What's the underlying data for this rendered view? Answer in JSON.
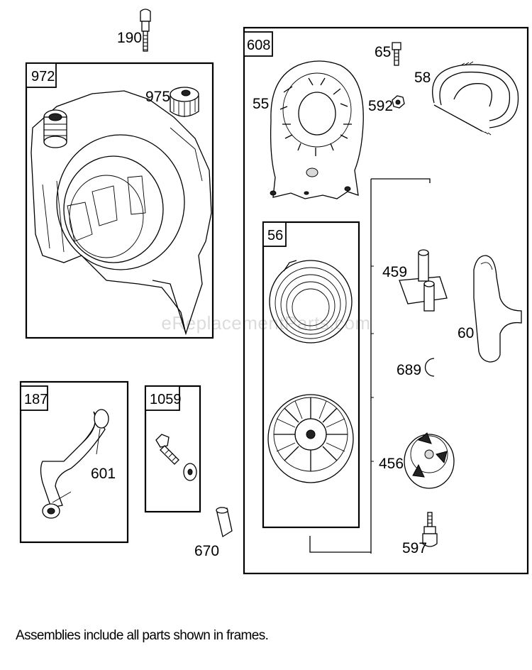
{
  "assemblies": {
    "a972": "972",
    "a608": "608",
    "a56": "56",
    "a187": "187",
    "a1059": "1059"
  },
  "parts": {
    "p190": "190",
    "p975": "975",
    "p65": "65",
    "p58": "58",
    "p55": "55",
    "p592": "592",
    "p459": "459",
    "p60": "60",
    "p689": "689",
    "p456": "456",
    "p597": "597",
    "p601": "601",
    "p670": "670"
  },
  "watermark": "eReplacementParts.com",
  "footnote": "Assemblies include all parts shown in frames."
}
